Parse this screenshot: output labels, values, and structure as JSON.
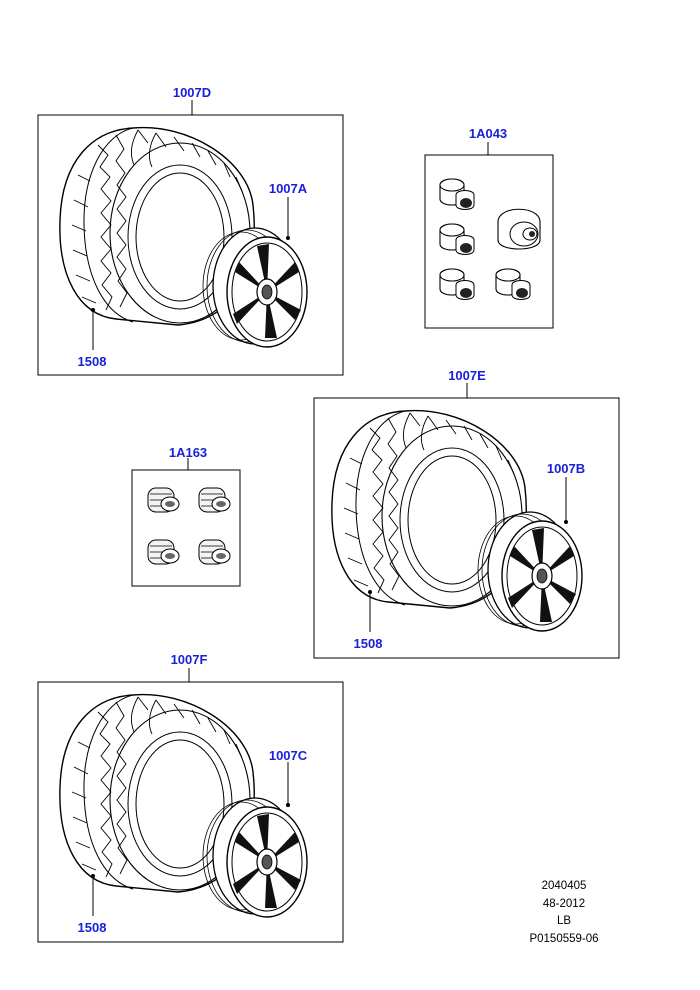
{
  "diagram": {
    "callout_color": "#1a22d6",
    "line_color": "#000000",
    "groups": [
      {
        "id": "tyre-wheel-d",
        "box_label": "1007D",
        "wheel_label": "1007A",
        "tyre_label": "1508"
      },
      {
        "id": "locknuts",
        "box_label": "1A043"
      },
      {
        "id": "tyre-wheel-e",
        "box_label": "1007E",
        "wheel_label": "1007B",
        "tyre_label": "1508"
      },
      {
        "id": "caps",
        "box_label": "1A163"
      },
      {
        "id": "tyre-wheel-f",
        "box_label": "1007F",
        "wheel_label": "1007C",
        "tyre_label": "1508"
      }
    ]
  },
  "footer": {
    "line1": "2040405",
    "line2": "48-2012",
    "line3": "LB",
    "line4": "P0150559-06"
  }
}
